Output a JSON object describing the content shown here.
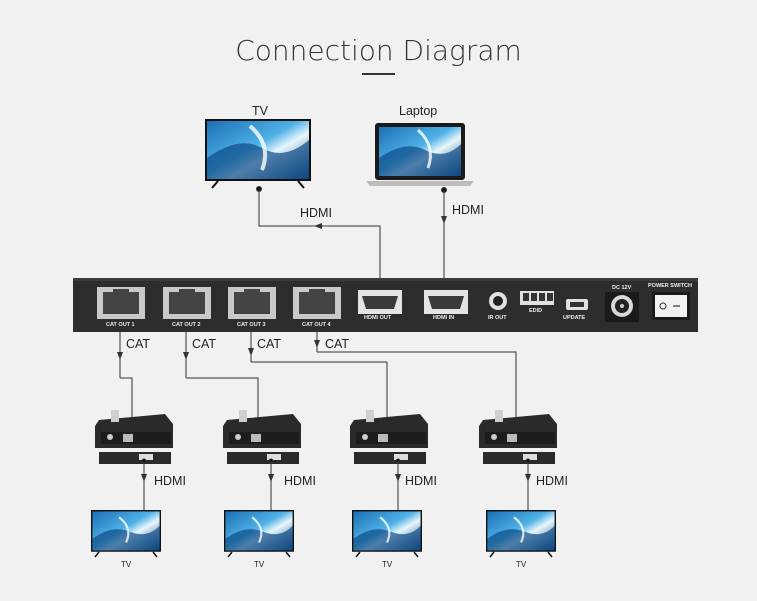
{
  "title": "Connection Diagram",
  "devices": {
    "tv": "TV",
    "laptop": "Laptop"
  },
  "panel": {
    "ports": [
      "CAT OUT 1",
      "CAT OUT 2",
      "CAT OUT 3",
      "CAT OUT 4",
      "HDMI OUT",
      "HDMI IN",
      "IR OUT",
      "EDID",
      "UPDATE",
      "DC 12V",
      "POWER SWITCH"
    ]
  },
  "links": {
    "hdmi": "HDMI",
    "cat": "CAT"
  },
  "receivers": [
    {
      "tv_label": "TV"
    },
    {
      "tv_label": "TV"
    },
    {
      "tv_label": "TV"
    },
    {
      "tv_label": "TV"
    }
  ],
  "colors": {
    "background": "#f1f1f1",
    "panel": "#2d2d2d",
    "line": "#333333"
  }
}
